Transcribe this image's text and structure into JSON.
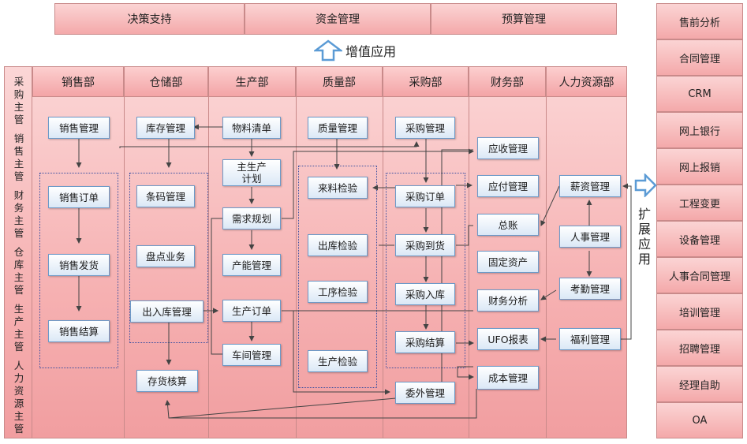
{
  "top_bar": [
    "决策支持",
    "资金管理",
    "预算管理"
  ],
  "value_app_label": "增值应用",
  "ext_app_label": "扩展应用",
  "right_items": [
    "售前分析",
    "合同管理",
    "CRM",
    "网上银行",
    "网上报销",
    "工程变更",
    "设备管理",
    "人事合同管理",
    "培训管理",
    "招聘管理",
    "经理自助",
    "OA"
  ],
  "left_roles": [
    "采购主管",
    "销售主管",
    "财务主管",
    "仓库主管",
    "生产主管",
    "人力资源主管"
  ],
  "departments": [
    "销售部",
    "仓储部",
    "生产部",
    "质量部",
    "采购部",
    "财务部",
    "人力资源部"
  ],
  "nodes": {
    "sales_mgmt": "销售管理",
    "sales_order": "销售订单",
    "sales_ship": "销售发货",
    "sales_settle": "销售结算",
    "inv_mgmt": "库存管理",
    "barcode_mgmt": "条码管理",
    "stocktake": "盘点业务",
    "inout_mgmt": "出入库管理",
    "inv_cost": "存货核算",
    "bom": "物料清单",
    "mps": "主生产\n计划",
    "mrp": "需求规划",
    "capacity": "产能管理",
    "prod_order": "生产订单",
    "workshop": "车间管理",
    "quality_mgmt": "质量管理",
    "incoming_insp": "来料检验",
    "outgoing_insp": "出库检验",
    "process_insp": "工序检验",
    "prod_insp": "生产检验",
    "purch_mgmt": "采购管理",
    "purch_order": "采购订单",
    "purch_arrival": "采购到货",
    "purch_stockin": "采购入库",
    "purch_settle": "采购结算",
    "outsourcing": "委外管理",
    "ar_mgmt": "应收管理",
    "ap_mgmt": "应付管理",
    "gl": "总账",
    "fixed_assets": "固定资产",
    "fin_analysis": "财务分析",
    "ufo_report": "UFO报表",
    "cost_mgmt": "成本管理",
    "payroll": "薪资管理",
    "hr_mgmt": "人事管理",
    "attendance": "考勤管理",
    "welfare": "福利管理"
  },
  "colors": {
    "panel": "#f6b1b2",
    "node_border": "#6d9ac8",
    "dashed": "#3b4fa0",
    "arrow_fill": "#ffffff",
    "arrow_stroke": "#5b9bd5"
  }
}
